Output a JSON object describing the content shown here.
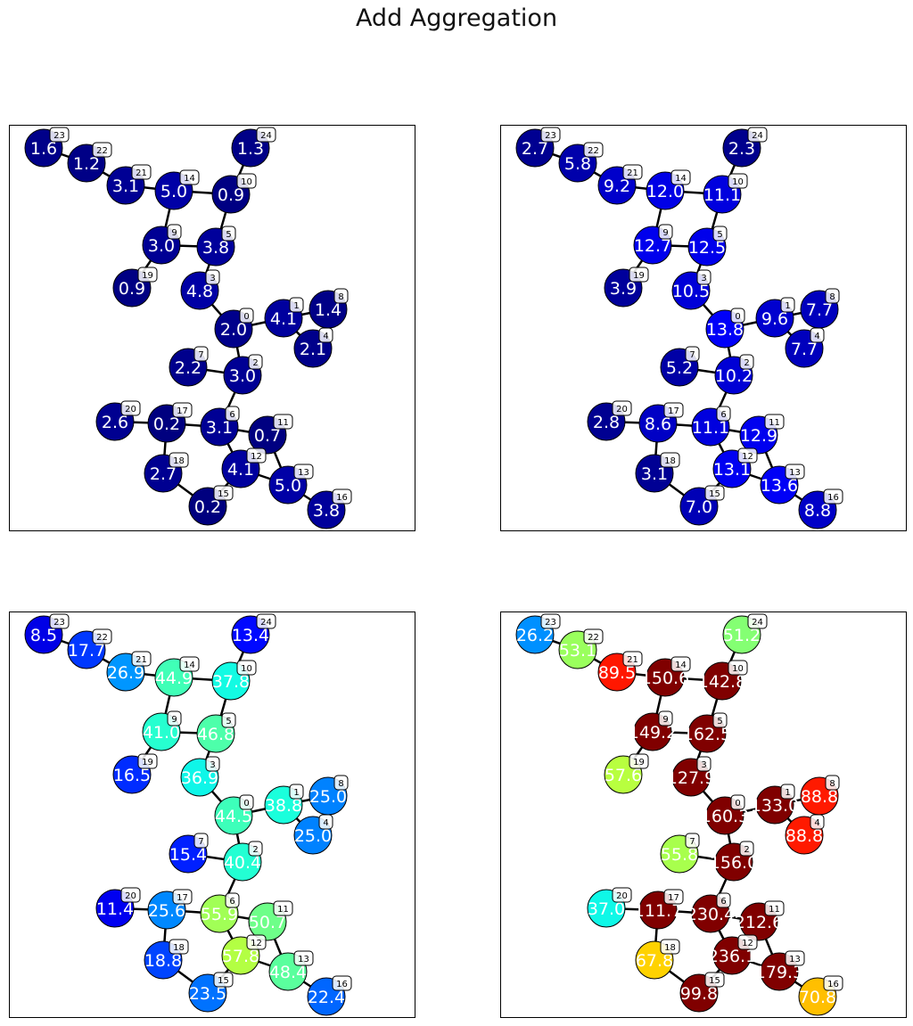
{
  "title": "Add Aggregation",
  "graph": {
    "edges": [
      [
        23,
        22
      ],
      [
        22,
        21
      ],
      [
        21,
        14
      ],
      [
        14,
        10
      ],
      [
        14,
        9
      ],
      [
        10,
        24
      ],
      [
        10,
        5
      ],
      [
        9,
        5
      ],
      [
        9,
        19
      ],
      [
        5,
        3
      ],
      [
        3,
        0
      ],
      [
        0,
        1
      ],
      [
        1,
        8
      ],
      [
        1,
        4
      ],
      [
        0,
        2
      ],
      [
        7,
        2
      ],
      [
        2,
        6
      ],
      [
        20,
        17
      ],
      [
        17,
        6
      ],
      [
        17,
        18
      ],
      [
        18,
        15
      ],
      [
        15,
        12
      ],
      [
        6,
        12
      ],
      [
        6,
        11
      ],
      [
        11,
        13
      ],
      [
        12,
        13
      ],
      [
        13,
        16
      ]
    ]
  },
  "panels": [
    {
      "name": "panel-top-left",
      "nodes": [
        {
          "id": 0,
          "value": "2.0",
          "fill": "#00008b"
        },
        {
          "id": 1,
          "value": "4.1",
          "fill": "#00009e"
        },
        {
          "id": 2,
          "value": "3.0",
          "fill": "#000094"
        },
        {
          "id": 3,
          "value": "4.8",
          "fill": "#0000a5"
        },
        {
          "id": 4,
          "value": "2.1",
          "fill": "#00008b"
        },
        {
          "id": 5,
          "value": "3.8",
          "fill": "#00009b"
        },
        {
          "id": 6,
          "value": "3.1",
          "fill": "#000094"
        },
        {
          "id": 7,
          "value": "2.2",
          "fill": "#00008c"
        },
        {
          "id": 8,
          "value": "1.4",
          "fill": "#000087"
        },
        {
          "id": 9,
          "value": "3.0",
          "fill": "#000094"
        },
        {
          "id": 10,
          "value": "0.9",
          "fill": "#000083"
        },
        {
          "id": 11,
          "value": "0.7",
          "fill": "#000081"
        },
        {
          "id": 12,
          "value": "4.1",
          "fill": "#00009e"
        },
        {
          "id": 13,
          "value": "5.0",
          "fill": "#0000a6"
        },
        {
          "id": 14,
          "value": "5.0",
          "fill": "#0000a6"
        },
        {
          "id": 15,
          "value": "0.2",
          "fill": "#00007f"
        },
        {
          "id": 16,
          "value": "3.8",
          "fill": "#00009b"
        },
        {
          "id": 17,
          "value": "0.2",
          "fill": "#00007f"
        },
        {
          "id": 18,
          "value": "2.7",
          "fill": "#000091"
        },
        {
          "id": 19,
          "value": "0.9",
          "fill": "#000083"
        },
        {
          "id": 20,
          "value": "2.6",
          "fill": "#000090"
        },
        {
          "id": 21,
          "value": "3.1",
          "fill": "#000094"
        },
        {
          "id": 22,
          "value": "1.2",
          "fill": "#000086"
        },
        {
          "id": 23,
          "value": "1.6",
          "fill": "#000089"
        },
        {
          "id": 24,
          "value": "1.3",
          "fill": "#000087"
        }
      ]
    },
    {
      "name": "panel-top-right",
      "nodes": [
        {
          "id": 0,
          "value": "13.8",
          "fill": "#0000f8"
        },
        {
          "id": 1,
          "value": "9.6",
          "fill": "#0000cf"
        },
        {
          "id": 2,
          "value": "10.2",
          "fill": "#0000d5"
        },
        {
          "id": 3,
          "value": "10.5",
          "fill": "#0000d8"
        },
        {
          "id": 4,
          "value": "7.7",
          "fill": "#0000bd"
        },
        {
          "id": 5,
          "value": "12.5",
          "fill": "#0000eb"
        },
        {
          "id": 6,
          "value": "11.1",
          "fill": "#0000de"
        },
        {
          "id": 7,
          "value": "5.2",
          "fill": "#0000a6"
        },
        {
          "id": 8,
          "value": "7.7",
          "fill": "#0000bd"
        },
        {
          "id": 9,
          "value": "12.7",
          "fill": "#0000ed"
        },
        {
          "id": 10,
          "value": "11.1",
          "fill": "#0000de"
        },
        {
          "id": 11,
          "value": "12.9",
          "fill": "#0000ef"
        },
        {
          "id": 12,
          "value": "13.1",
          "fill": "#0000f1"
        },
        {
          "id": 13,
          "value": "13.6",
          "fill": "#0000f6"
        },
        {
          "id": 14,
          "value": "12.0",
          "fill": "#0000e6"
        },
        {
          "id": 15,
          "value": "7.0",
          "fill": "#0000b6"
        },
        {
          "id": 16,
          "value": "8.8",
          "fill": "#0000c7"
        },
        {
          "id": 17,
          "value": "8.6",
          "fill": "#0000c5"
        },
        {
          "id": 18,
          "value": "3.1",
          "fill": "#000094"
        },
        {
          "id": 19,
          "value": "3.9",
          "fill": "#00009b"
        },
        {
          "id": 20,
          "value": "2.8",
          "fill": "#000091"
        },
        {
          "id": 21,
          "value": "9.2",
          "fill": "#0000cb"
        },
        {
          "id": 22,
          "value": "5.8",
          "fill": "#0000ab"
        },
        {
          "id": 23,
          "value": "2.7",
          "fill": "#000091"
        },
        {
          "id": 24,
          "value": "2.3",
          "fill": "#00008d"
        }
      ]
    },
    {
      "name": "panel-bottom-left",
      "nodes": [
        {
          "id": 0,
          "value": "44.5",
          "fill": "#3dffba"
        },
        {
          "id": 1,
          "value": "38.8",
          "fill": "#1affdc"
        },
        {
          "id": 2,
          "value": "40.4",
          "fill": "#23ffd3"
        },
        {
          "id": 3,
          "value": "36.9",
          "fill": "#0ff6e8"
        },
        {
          "id": 4,
          "value": "25.0",
          "fill": "#0082ff"
        },
        {
          "id": 5,
          "value": "46.8",
          "fill": "#4dffaa"
        },
        {
          "id": 6,
          "value": "55.9",
          "fill": "#a1ff56"
        },
        {
          "id": 7,
          "value": "15.4",
          "fill": "#0020ff"
        },
        {
          "id": 8,
          "value": "25.0",
          "fill": "#0082ff"
        },
        {
          "id": 9,
          "value": "41.0",
          "fill": "#26ffd0"
        },
        {
          "id": 10,
          "value": "37.8",
          "fill": "#13fbe3"
        },
        {
          "id": 11,
          "value": "50.7",
          "fill": "#6eff89"
        },
        {
          "id": 12,
          "value": "57.8",
          "fill": "#b3ff43"
        },
        {
          "id": 13,
          "value": "48.4",
          "fill": "#5aff9d"
        },
        {
          "id": 14,
          "value": "44.9",
          "fill": "#40ffb7"
        },
        {
          "id": 15,
          "value": "23.5",
          "fill": "#0072ff"
        },
        {
          "id": 16,
          "value": "22.4",
          "fill": "#0066ff"
        },
        {
          "id": 17,
          "value": "25.6",
          "fill": "#0088ff"
        },
        {
          "id": 18,
          "value": "18.8",
          "fill": "#0044ff"
        },
        {
          "id": 19,
          "value": "16.5",
          "fill": "#002cff"
        },
        {
          "id": 20,
          "value": "11.4",
          "fill": "#0000f0"
        },
        {
          "id": 21,
          "value": "26.9",
          "fill": "#0096ff"
        },
        {
          "id": 22,
          "value": "17.7",
          "fill": "#0038ff"
        },
        {
          "id": 23,
          "value": "8.5",
          "fill": "#0000e6"
        },
        {
          "id": 24,
          "value": "13.4",
          "fill": "#0008ff"
        }
      ]
    },
    {
      "name": "panel-bottom-right",
      "nodes": [
        {
          "id": 0,
          "value": "160.3",
          "fill": "#800000"
        },
        {
          "id": 1,
          "value": "133.0",
          "fill": "#800000"
        },
        {
          "id": 2,
          "value": "156.0",
          "fill": "#800000"
        },
        {
          "id": 3,
          "value": "127.9",
          "fill": "#800000"
        },
        {
          "id": 4,
          "value": "88.8",
          "fill": "#ff1a00"
        },
        {
          "id": 5,
          "value": "162.5",
          "fill": "#800000"
        },
        {
          "id": 6,
          "value": "230.4",
          "fill": "#800000"
        },
        {
          "id": 7,
          "value": "55.8",
          "fill": "#a8ff4d"
        },
        {
          "id": 8,
          "value": "88.8",
          "fill": "#ff1a00"
        },
        {
          "id": 9,
          "value": "149.2",
          "fill": "#800000"
        },
        {
          "id": 10,
          "value": "142.8",
          "fill": "#800000"
        },
        {
          "id": 11,
          "value": "212.6",
          "fill": "#800000"
        },
        {
          "id": 12,
          "value": "236.1",
          "fill": "#800000"
        },
        {
          "id": 13,
          "value": "179.3",
          "fill": "#800000"
        },
        {
          "id": 14,
          "value": "150.6",
          "fill": "#800000"
        },
        {
          "id": 15,
          "value": "99.8",
          "fill": "#800000"
        },
        {
          "id": 16,
          "value": "70.8",
          "fill": "#ffbf00"
        },
        {
          "id": 17,
          "value": "111.7",
          "fill": "#800000"
        },
        {
          "id": 18,
          "value": "67.8",
          "fill": "#ffd200"
        },
        {
          "id": 19,
          "value": "57.6",
          "fill": "#b8ff3f"
        },
        {
          "id": 20,
          "value": "37.0",
          "fill": "#0ff8e7"
        },
        {
          "id": 21,
          "value": "89.5",
          "fill": "#ff1700"
        },
        {
          "id": 22,
          "value": "53.1",
          "fill": "#9aff5d"
        },
        {
          "id": 23,
          "value": "26.2",
          "fill": "#0090ff"
        },
        {
          "id": 24,
          "value": "51.2",
          "fill": "#84ff73"
        }
      ]
    }
  ]
}
